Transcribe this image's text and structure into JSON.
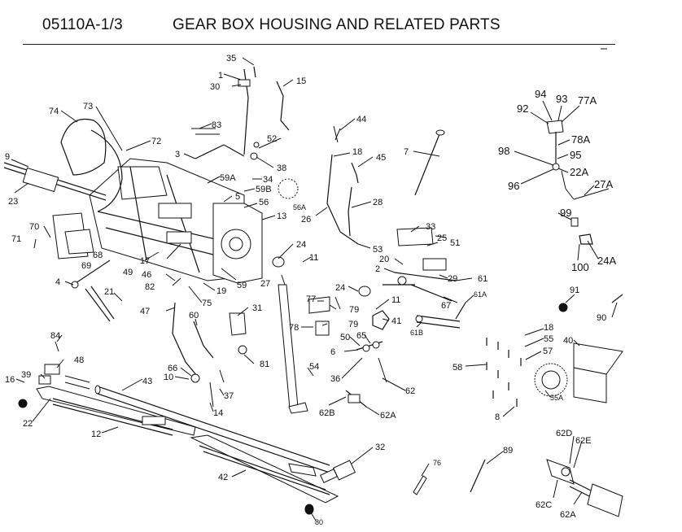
{
  "header": {
    "part_number": "05110A-1/3",
    "title": "GEAR BOX HOUSING AND RELATED PARTS"
  },
  "callouts": {
    "c35": "35",
    "c1": "1",
    "c30": "30",
    "c15": "15",
    "c74": "74",
    "c73": "73",
    "c83": "83",
    "c72": "72",
    "c52": "52",
    "c44": "44",
    "c9": "9",
    "c3": "3",
    "c38": "38",
    "c18a": "18",
    "c45": "45",
    "c7": "7",
    "c59A": "59A",
    "c34": "34",
    "c59B": "59B",
    "c56A": "56A",
    "c23": "23",
    "c5": "5",
    "c56": "56",
    "c26": "26",
    "c28": "28",
    "c70": "70",
    "c13": "13",
    "c71": "71",
    "c68": "68",
    "c69": "69",
    "c17": "17",
    "c24a": "24",
    "c53": "53",
    "c33": "33",
    "c25": "25",
    "c51": "51",
    "c11a": "11",
    "c49": "49",
    "c46": "46",
    "c4": "4",
    "c82": "82",
    "c59": "59",
    "c20": "20",
    "c2": "2",
    "c29": "29",
    "c61": "61",
    "c27": "27",
    "c21": "21",
    "c75": "75",
    "c19": "19",
    "c24b": "24",
    "c61A": "61A",
    "c67": "67",
    "c77": "77",
    "c79a": "79",
    "c11b": "11",
    "c47": "47",
    "c60": "60",
    "c31": "31",
    "c78": "78",
    "c79b": "79",
    "c41": "41",
    "c61B": "61B",
    "c50": "50",
    "c65": "65",
    "c84": "84",
    "c6": "6",
    "c48": "48",
    "c81": "81",
    "c36": "36",
    "c54": "54",
    "c39": "39",
    "c66": "66",
    "c16": "16",
    "c10": "10",
    "c43": "43",
    "c62": "62",
    "c37": "37",
    "c14": "14",
    "c62B": "62B",
    "c62A": "62A",
    "c22": "22",
    "c12": "12",
    "c42": "42",
    "c32": "32",
    "c76": "76",
    "c80": "80",
    "c89": "89",
    "c94": "94",
    "c93": "93",
    "c77A": "77A",
    "c92": "92",
    "c78A": "78A",
    "c98": "98",
    "c95": "95",
    "c22A": "22A",
    "c96": "96",
    "c27A": "27A",
    "c99": "99",
    "c24A": "24A",
    "c100": "100",
    "c91": "91",
    "c90": "90",
    "c18b": "18",
    "c55": "55",
    "c40": "40",
    "c58": "58",
    "c57": "57",
    "c55A": "55A",
    "c8": "8",
    "c62D": "62D",
    "c62E": "62E",
    "c62C": "62C",
    "c62A2": "62A"
  }
}
